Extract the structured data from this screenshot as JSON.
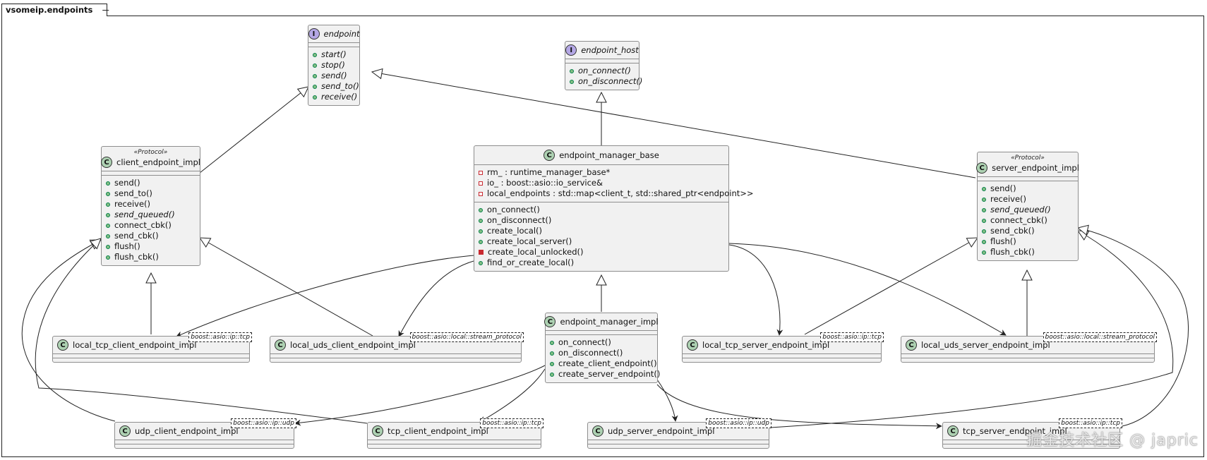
{
  "package": {
    "name": "vsomeip.endpoints"
  },
  "classes": {
    "endpoint": {
      "kind": "I",
      "name": "endpoint",
      "methods": [
        "start()",
        "stop()",
        "send()",
        "send_to()",
        "receive()"
      ]
    },
    "endpoint_host": {
      "kind": "I",
      "name": "endpoint_host",
      "methods": [
        "on_connect()",
        "on_disconnect()"
      ]
    },
    "client_endpoint_impl": {
      "kind": "C",
      "name": "client_endpoint_impl",
      "stereotype": "«Protocol»",
      "methods": [
        "send()",
        "send_to()",
        "receive()",
        "send_queued()",
        "connect_cbk()",
        "send_cbk()",
        "flush()",
        "flush_cbk()"
      ]
    },
    "endpoint_manager_base": {
      "kind": "C",
      "name": "endpoint_manager_base",
      "fields": [
        "rm_ : runtime_manager_base*",
        "io_ : boost::asio::io_service&",
        "local_endpoints : std::map<client_t, std::shared_ptr<endpoint>>"
      ],
      "methods": [
        "on_connect()",
        "on_disconnect()",
        "create_local()",
        "create_local_server()",
        "create_local_unlocked()",
        "find_or_create_local()"
      ]
    },
    "server_endpoint_impl": {
      "kind": "C",
      "name": "server_endpoint_impl",
      "stereotype": "«Protocol»",
      "methods": [
        "send()",
        "receive()",
        "send_queued()",
        "connect_cbk()",
        "send_cbk()",
        "flush()",
        "flush_cbk()"
      ]
    },
    "endpoint_manager_impl": {
      "kind": "C",
      "name": "endpoint_manager_impl",
      "methods": [
        "on_connect()",
        "on_disconnect()",
        "create_client_endpoint()",
        "create_server_endpoint()"
      ]
    },
    "local_tcp_client_endpoint_impl": {
      "kind": "C",
      "name": "local_tcp_client_endpoint_impl",
      "template": "boost::asio::ip::tcp"
    },
    "local_uds_client_endpoint_impl": {
      "kind": "C",
      "name": "local_uds_client_endpoint_impl",
      "template": "boost::asio::local::stream_protocol"
    },
    "local_tcp_server_endpoint_impl": {
      "kind": "C",
      "name": "local_tcp_server_endpoint_impl",
      "template": "boost::asio::ip::tcp"
    },
    "local_uds_server_endpoint_impl": {
      "kind": "C",
      "name": "local_uds_server_endpoint_impl",
      "template": "boost::asio::local::stream_protocol"
    },
    "udp_client_endpoint_impl": {
      "kind": "C",
      "name": "udp_client_endpoint_impl",
      "template": "boost::asio::ip::udp"
    },
    "tcp_client_endpoint_impl": {
      "kind": "C",
      "name": "tcp_client_endpoint_impl",
      "template": "boost::asio::ip::tcp"
    },
    "udp_server_endpoint_impl": {
      "kind": "C",
      "name": "udp_server_endpoint_impl",
      "template": "boost::asio::ip::udp"
    },
    "tcp_server_endpoint_impl": {
      "kind": "C",
      "name": "tcp_server_endpoint_impl",
      "template": "boost::asio::ip::tcp"
    }
  },
  "watermark": "掘金技术社区 @ japric"
}
